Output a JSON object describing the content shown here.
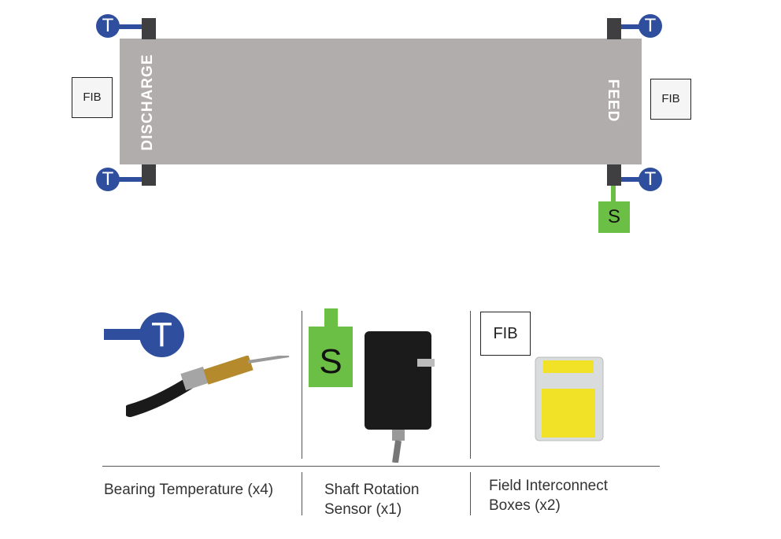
{
  "diagram": {
    "discharge_label": "DISCHARGE",
    "feed_label": "FEED",
    "fib_label": "FIB",
    "temp_label": "T",
    "sensor_label": "S"
  },
  "legend": {
    "items": [
      {
        "symbol": "T",
        "caption": "Bearing Temperature (x4)"
      },
      {
        "symbol": "S",
        "caption": "Shaft Rotation Sensor (x1)",
        "caption_lines": [
          "Shaft Rotation",
          "Sensor (x1)"
        ]
      },
      {
        "symbol": "FIB",
        "caption": "Field Interconnect Boxes (x2)",
        "caption_lines": [
          "Field Interconnect",
          "Boxes (x2)"
        ]
      }
    ]
  },
  "colors": {
    "belt": "#b1adac",
    "bearing": "#3f3f41",
    "temperature": "#2f4f9e",
    "sensor": "#6cbf45"
  }
}
